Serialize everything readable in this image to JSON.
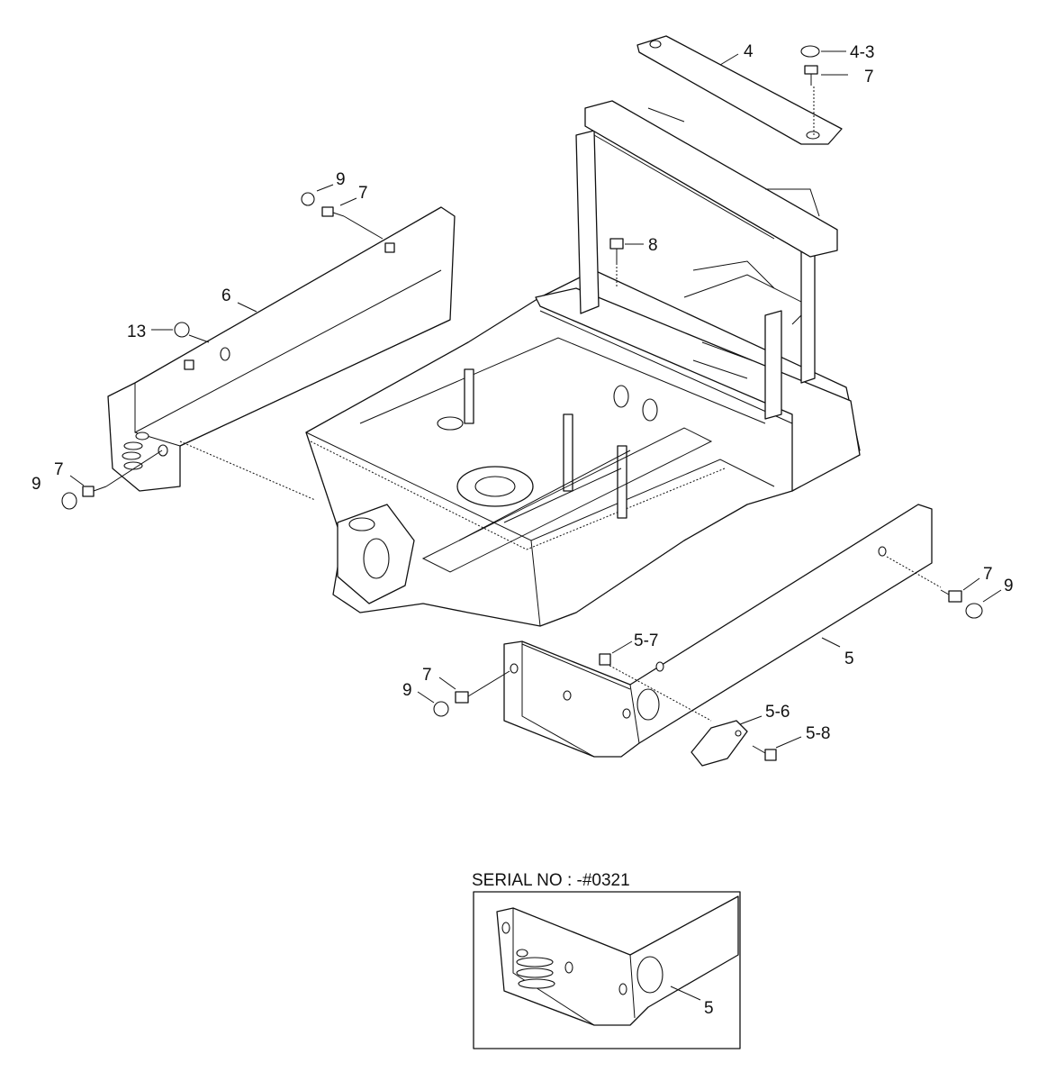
{
  "callouts": [
    {
      "id": "c-4",
      "text": "4"
    },
    {
      "id": "c-4-3",
      "text": "4-3"
    },
    {
      "id": "c-7a",
      "text": "7"
    },
    {
      "id": "c-9a",
      "text": "9"
    },
    {
      "id": "c-7b",
      "text": "7"
    },
    {
      "id": "c-8",
      "text": "8"
    },
    {
      "id": "c-6",
      "text": "6"
    },
    {
      "id": "c-13",
      "text": "13"
    },
    {
      "id": "c-7c",
      "text": "7"
    },
    {
      "id": "c-9b",
      "text": "9"
    },
    {
      "id": "c-7d",
      "text": "7"
    },
    {
      "id": "c-9c",
      "text": "9"
    },
    {
      "id": "c-5-7",
      "text": "5-7"
    },
    {
      "id": "c-5",
      "text": "5"
    },
    {
      "id": "c-7e",
      "text": "7"
    },
    {
      "id": "c-9d",
      "text": "9"
    },
    {
      "id": "c-5-6",
      "text": "5-6"
    },
    {
      "id": "c-5-8",
      "text": "5-8"
    }
  ],
  "inset": {
    "title": "SERIAL NO : -#0321",
    "callout": "5"
  }
}
